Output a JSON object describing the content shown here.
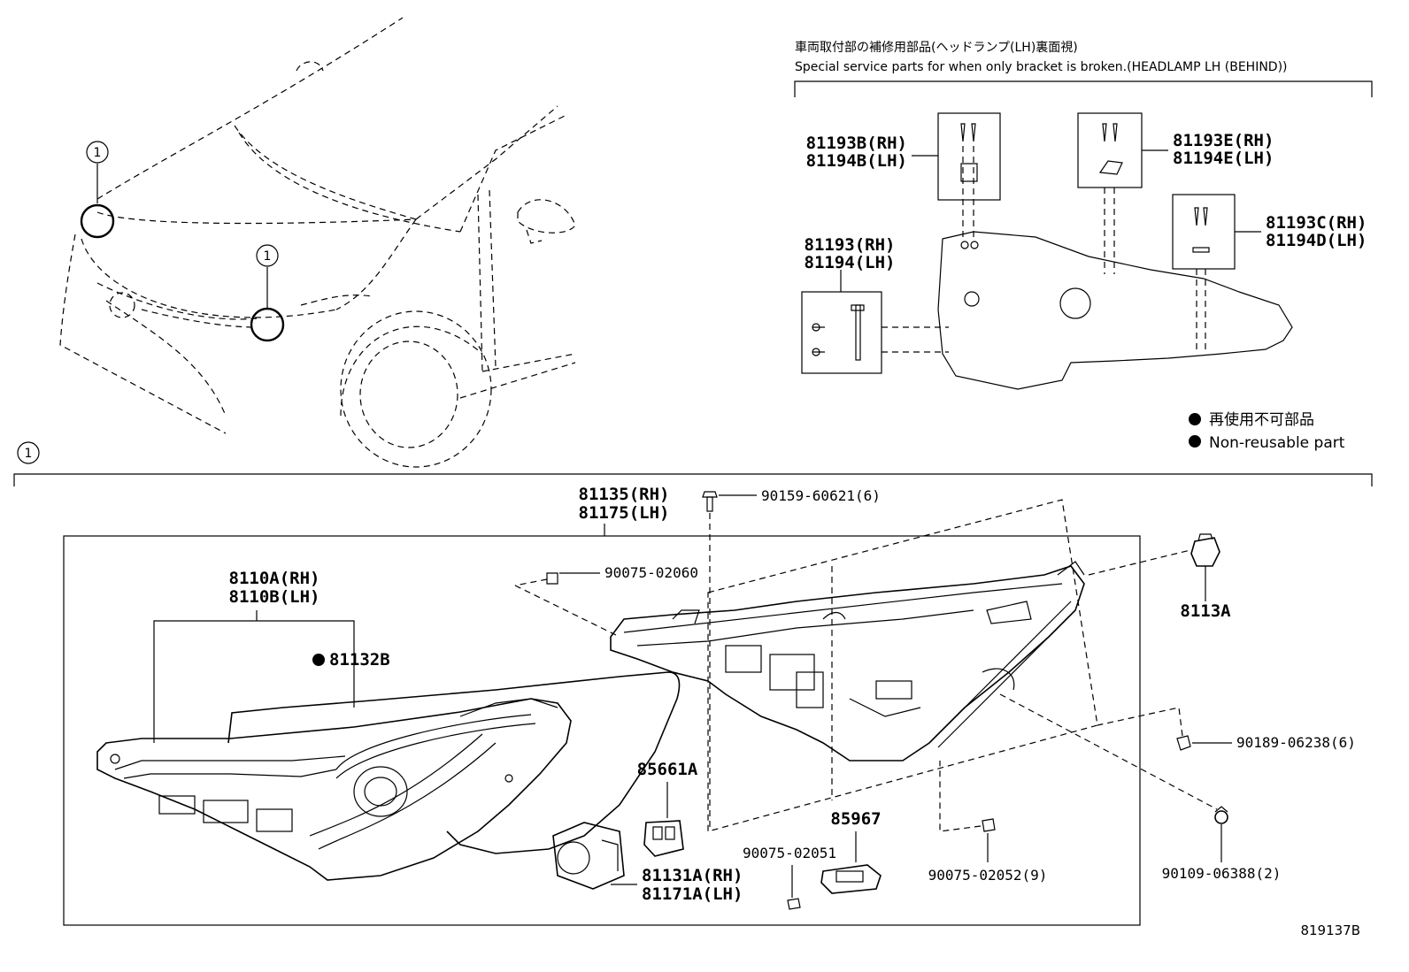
{
  "callout": {
    "number": "1"
  },
  "special_service": {
    "header_jp": "車両取付部の補修用部品(ヘッドランプ(LH)裏面視)",
    "header_en": "Special service parts for when only bracket is broken.(HEADLAMP LH (BEHIND))",
    "parts": [
      {
        "rh": "81193B(RH)",
        "lh": "81194B(LH)"
      },
      {
        "rh": "81193E(RH)",
        "lh": "81194E(LH)"
      },
      {
        "rh": "81193C(RH)",
        "lh": "81194D(LH)"
      },
      {
        "rh": "81193(RH)",
        "lh": "81194(LH)"
      }
    ]
  },
  "legend": {
    "jp": "再使用不可部品",
    "en": "Non-reusable part"
  },
  "main_parts": {
    "housing": {
      "rh": "81135(RH)",
      "lh": "81175(LH)"
    },
    "lamp_unit": {
      "rh": "8110A(RH)",
      "lh": "8110B(LH)"
    },
    "gasket": "81132B",
    "screw_top": "90159-60621(6)",
    "screw_left": "90075-02060",
    "socket": "8113A",
    "screw_right": "90189-06238(6)",
    "clip_right": "90109-06388(2)",
    "connector": "85661A",
    "module": "85967",
    "screw_bottom_left": "90075-02051",
    "screw_bottom_mid": "90075-02052(9)",
    "fog": {
      "rh": "81131A(RH)",
      "lh": "81171A(LH)"
    }
  },
  "figure_id": "819137B"
}
